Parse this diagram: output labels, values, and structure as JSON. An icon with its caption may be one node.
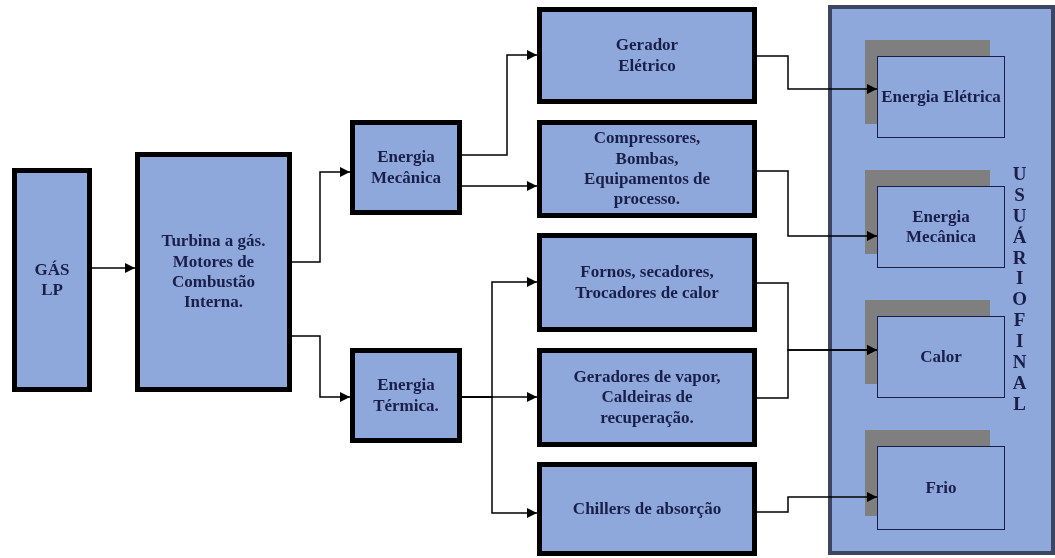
{
  "diagram": {
    "nodes": [
      {
        "text": [
          "GÁS LP"
        ]
      },
      {
        "text": [
          "Turbina a gás. Motores de Combustão Interna."
        ]
      },
      {
        "text": [
          "Energia Mecânica"
        ]
      },
      {
        "text": [
          "Energia Térmica."
        ]
      },
      {
        "text": [
          "Gerador Elétrico"
        ]
      },
      {
        "text": [
          "Compressores, Bombas, Equipamentos de processo."
        ]
      },
      {
        "text": [
          "Fornos, secadores, Trocadores de calor"
        ]
      },
      {
        "text": [
          "Geradores de vapor, Caldeiras de recuperação."
        ]
      },
      {
        "text": [
          "Chillers de absorção"
        ]
      },
      {
        "text": [
          "USUÁRIO FINAL"
        ]
      },
      {
        "text": [
          "Energia Elétrica"
        ],
        "in": 9
      },
      {
        "text": [
          "Energia Mecânica"
        ],
        "in": 9
      },
      {
        "text": [
          "Calor"
        ],
        "in": 9
      },
      {
        "text": [
          "Frio"
        ],
        "in": 9
      }
    ],
    "edges": [
      {
        "from": 0,
        "to": 1,
        "arrow": "to"
      },
      {
        "from": 1,
        "to": 2,
        "arrow": "to"
      },
      {
        "from": 1,
        "to": 3,
        "arrow": "to"
      },
      {
        "from": 2,
        "to": 4,
        "arrow": "to"
      },
      {
        "from": 2,
        "to": 5,
        "arrow": "to"
      },
      {
        "from": 3,
        "to": 6,
        "arrow": "to"
      },
      {
        "from": 3,
        "to": 7,
        "arrow": "to"
      },
      {
        "from": 3,
        "to": 8,
        "arrow": "to"
      },
      {
        "from": 4,
        "to": 10,
        "arrow": "to"
      },
      {
        "from": 5,
        "to": 11,
        "arrow": "to"
      },
      {
        "from": 6,
        "to": 12,
        "arrow": "to"
      },
      {
        "from": 7,
        "to": 12,
        "arrow": "to"
      },
      {
        "from": 8,
        "to": 13,
        "arrow": "to"
      }
    ]
  }
}
